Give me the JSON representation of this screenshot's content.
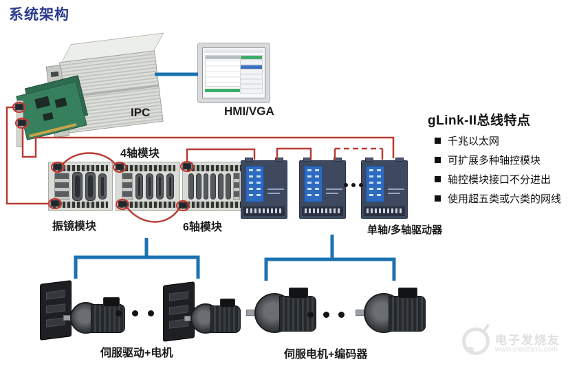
{
  "title": "系统架构",
  "nodes": {
    "ipc": {
      "label": "IPC"
    },
    "hmi": {
      "label": "HMI/VGA"
    },
    "galvo_module": {
      "label": "振镜模块"
    },
    "axis4_module": {
      "label": "4轴模块"
    },
    "axis6_module": {
      "label": "6轴模块"
    },
    "drivers": {
      "label": "单轴/多轴驱动器"
    },
    "servo_drive_motor": {
      "label": "伺服驱动+电机"
    },
    "servo_motor_encoder": {
      "label": "伺服电机+编码器"
    }
  },
  "features": {
    "title": "gLink-II总线特点",
    "items": [
      "千兆以太网",
      "可扩展多种轴控模块",
      "轴控模块接口不分进出",
      "使用超五类或六类的网线"
    ]
  },
  "watermark": {
    "brand": "电子发烧友",
    "url": "www.elecfans.com"
  },
  "colors": {
    "bus_red": "#b83b32",
    "link_blue": "#1b72b0",
    "title_navy": "#2b3a8e"
  }
}
